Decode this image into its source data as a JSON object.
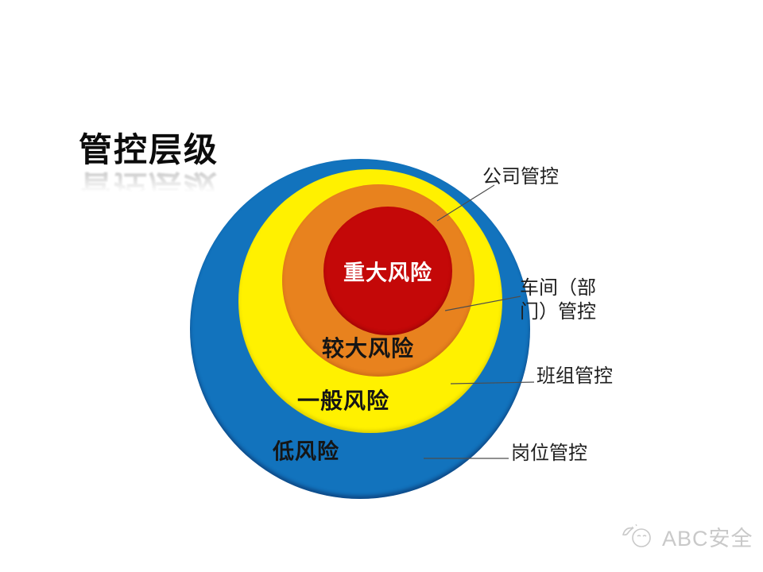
{
  "title": "管控层级",
  "chart_data": {
    "type": "nested-circles",
    "title": "管控层级",
    "levels": [
      {
        "risk": "低风险",
        "control": "岗位管控",
        "color": "#1273BD"
      },
      {
        "risk": "一般风险",
        "control": "班组管控",
        "color": "#FFF100"
      },
      {
        "risk": "较大风险",
        "control": "车间（部门）管控",
        "color": "#E8821E"
      },
      {
        "risk": "重大风险",
        "control": "公司管控",
        "color": "#C40808"
      }
    ]
  },
  "labels": {
    "company": "公司管控",
    "workshop_line1": "车间（部",
    "workshop_line2": "门）管控",
    "team": "班组管控",
    "post": "岗位管控"
  },
  "colors": {
    "low_risk_blue": "#1273BD",
    "general_risk_yellow": "#FFF100",
    "larger_risk_orange": "#E8821E",
    "major_risk_red": "#C40808",
    "title_text": "#0c0c0c",
    "callout_text": "#1f1f1f",
    "leader_line": "#4d4d4d",
    "logo_gray": "#c9c9c9"
  },
  "footer": {
    "brand": "ABC安全"
  }
}
